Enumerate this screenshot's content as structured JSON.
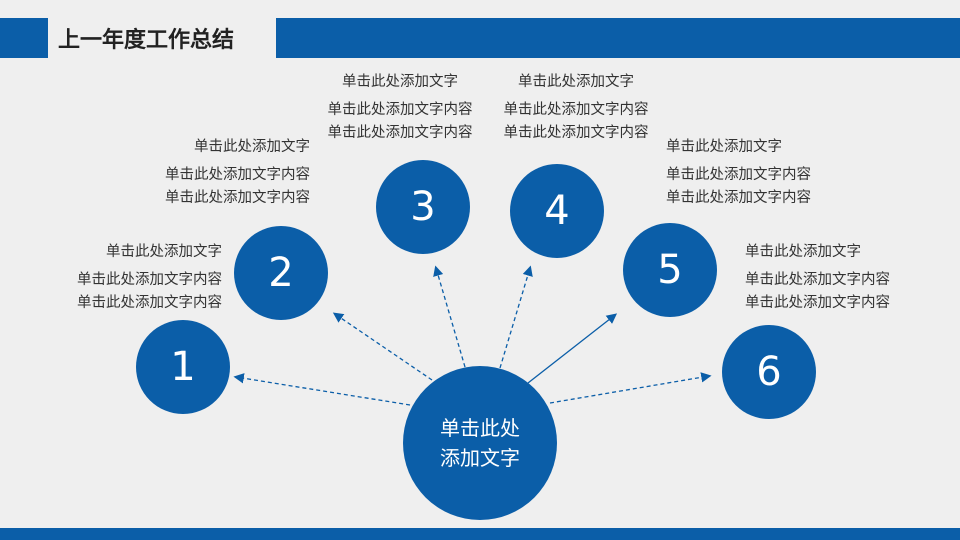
{
  "header": {
    "title": "上一年度工作总结"
  },
  "center": {
    "line1": "单击此处",
    "line2": "添加文字"
  },
  "items": [
    {
      "number": "1",
      "title": "单击此处添加文字",
      "line1": "单击此处添加文字内容",
      "line2": "单击此处添加文字内容"
    },
    {
      "number": "2",
      "title": "单击此处添加文字",
      "line1": "单击此处添加文字内容",
      "line2": "单击此处添加文字内容"
    },
    {
      "number": "3",
      "title": "单击此处添加文字",
      "line1": "单击此处添加文字内容",
      "line2": "单击此处添加文字内容"
    },
    {
      "number": "4",
      "title": "单击此处添加文字",
      "line1": "单击此处添加文字内容",
      "line2": "单击此处添加文字内容"
    },
    {
      "number": "5",
      "title": "单击此处添加文字",
      "line1": "单击此处添加文字内容",
      "line2": "单击此处添加文字内容"
    },
    {
      "number": "6",
      "title": "单击此处添加文字",
      "line1": "单击此处添加文字内容",
      "line2": "单击此处添加文字内容"
    }
  ],
  "colors": {
    "accent": "#0b5ea8",
    "background": "#efefef"
  }
}
